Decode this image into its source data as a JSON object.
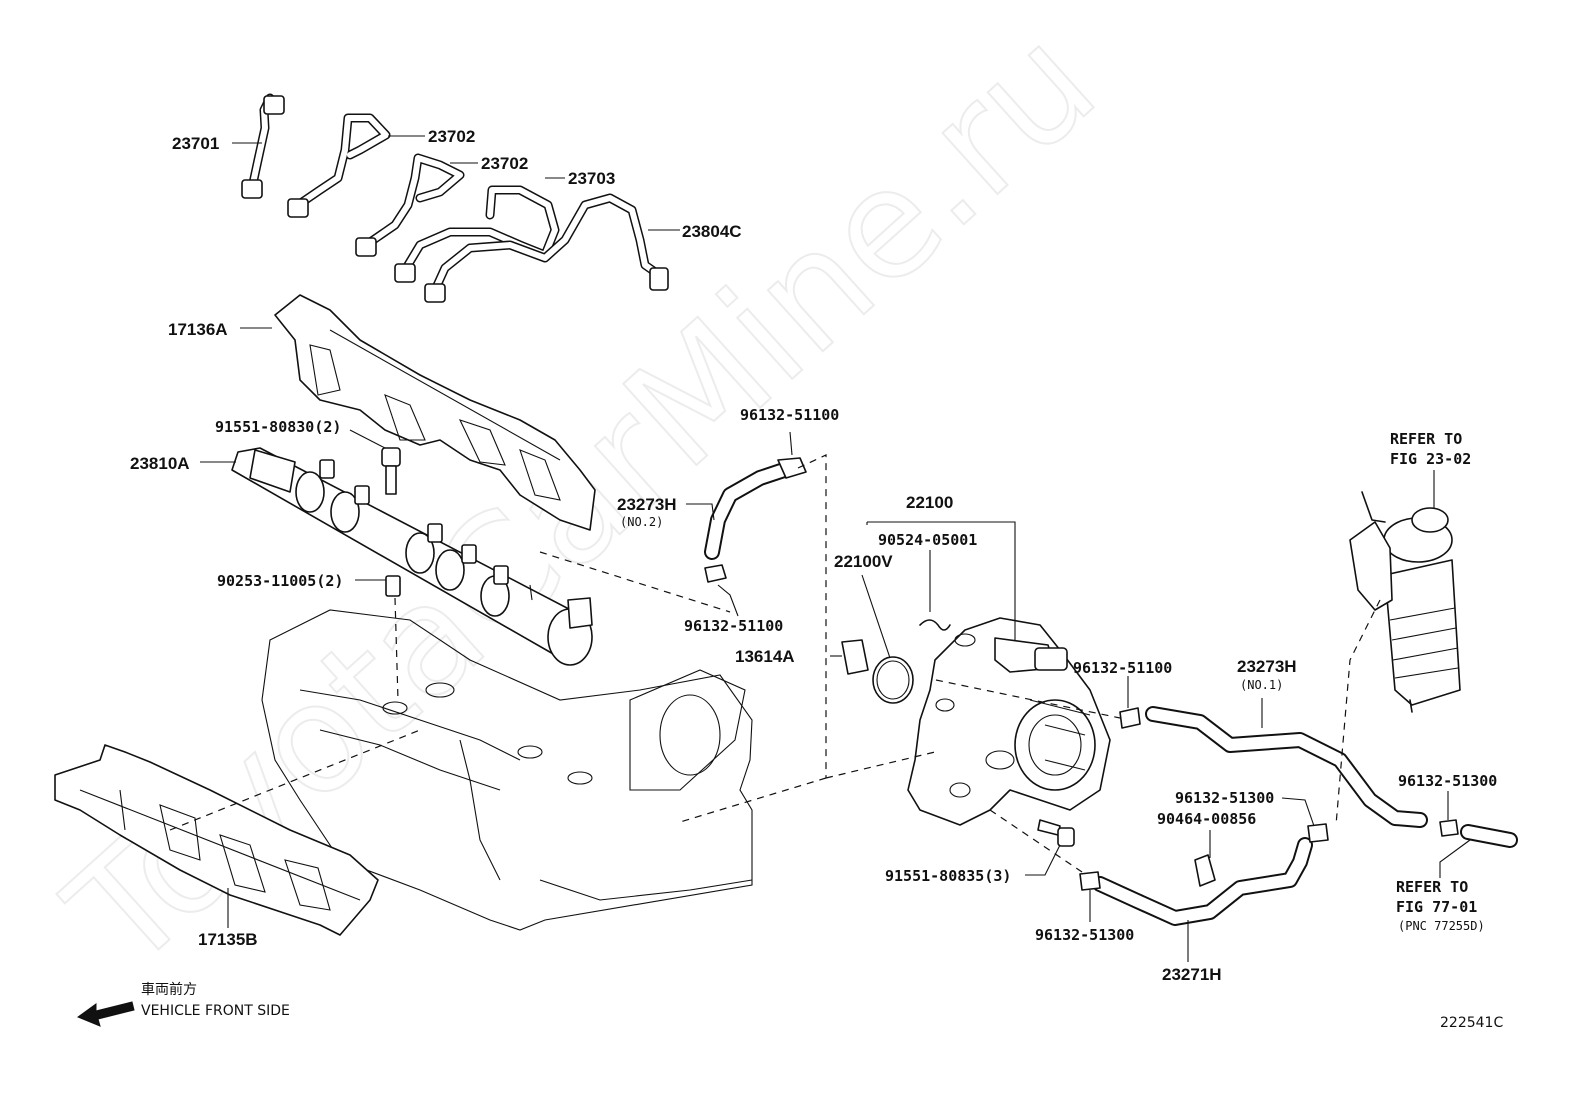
{
  "watermark": "ToyotaCarMine.ru",
  "labels": {
    "p23701": "23701",
    "p23702a": "23702",
    "p23702b": "23702",
    "p23703": "23703",
    "p23804c": "23804C",
    "p17136a": "17136A",
    "p91551_80830": "91551-80830(2)",
    "p23810a": "23810A",
    "p90253": "90253-11005(2)",
    "p96132_51100_top": "96132-51100",
    "p23273h_no2": "23273H",
    "p23273h_no2_sub": "(NO.2)",
    "p96132_51100_mid": "96132-51100",
    "p22100": "22100",
    "p90524": "90524-05001",
    "p22100v": "22100V",
    "p13614a": "13614A",
    "p96132_51100_right": "96132-51100",
    "p23273h_no1": "23273H",
    "p23273h_no1_sub": "(NO.1)",
    "p96132_51300_a": "96132-51300",
    "p90464": "90464-00856",
    "p96132_51300_right": "96132-51300",
    "p91551_80835": "91551-80835(3)",
    "p96132_51300_b": "96132-51300",
    "p23271h": "23271H",
    "p17135b": "17135B"
  },
  "refs": {
    "refer_23_line1": "REFER TO",
    "refer_23_line2": "FIG 23-02",
    "refer_77_line1": "REFER TO",
    "refer_77_line2": "FIG 77-01",
    "refer_77_line3": "(PNC 77255D)"
  },
  "direction": {
    "jp": "車両前方",
    "en": "VEHICLE FRONT SIDE"
  },
  "figure_code": "222541C"
}
